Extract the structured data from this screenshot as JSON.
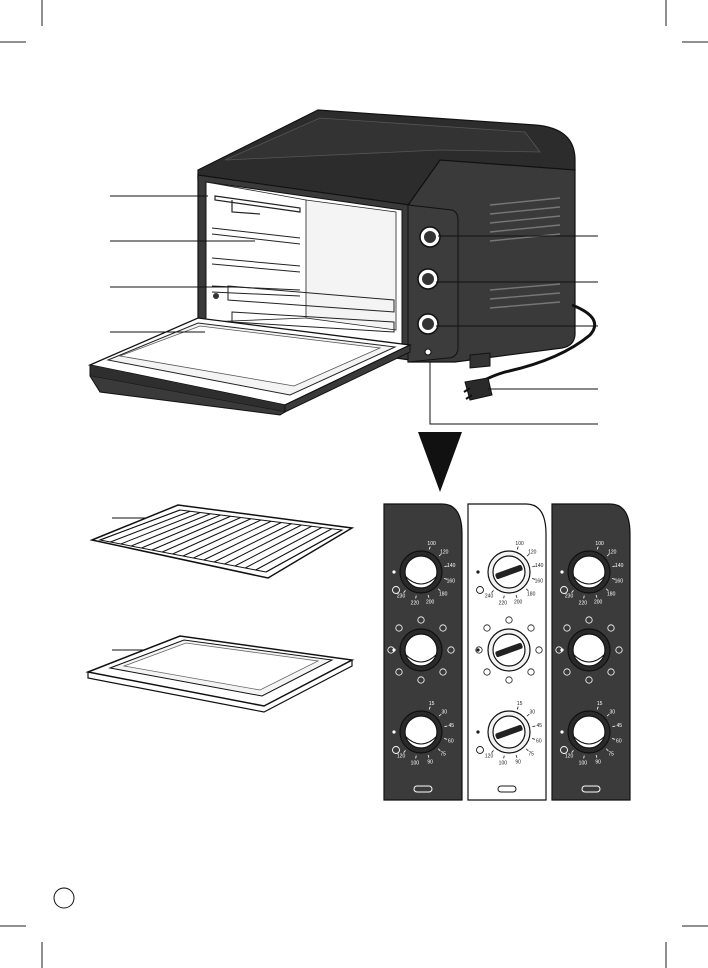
{
  "colors": {
    "ink": "#1a1a1a",
    "oven_body": "#3a3a3a",
    "oven_top": "#2e2e2e",
    "panel_dark": "#3b3b3b",
    "panel_light": "#ffffff",
    "knob_face": "#ffffff"
  },
  "panel_dark_1": {
    "temp_ticks": [
      "100",
      "120",
      "140",
      "160",
      "180",
      "200",
      "220",
      "230"
    ],
    "timer_ticks": [
      "15",
      "30",
      "45",
      "60",
      "75",
      "90",
      "100",
      "120"
    ]
  },
  "panel_light": {
    "temp_ticks": [
      "100",
      "120",
      "140",
      "160",
      "180",
      "200",
      "220",
      "240"
    ],
    "timer_ticks": [
      "15",
      "30",
      "45",
      "60",
      "75",
      "90",
      "100",
      "120"
    ]
  },
  "panel_dark_2": {
    "temp_ticks": [
      "100",
      "120",
      "140",
      "160",
      "180",
      "200",
      "220",
      "230"
    ],
    "timer_ticks": [
      "15",
      "30",
      "45",
      "60",
      "75",
      "90",
      "100",
      "120"
    ]
  },
  "icons": {
    "thermometer": "thermometer-icon",
    "timer": "timer-icon",
    "heating_modes": "heating-element-icon",
    "arrow": "down-arrow-icon",
    "plug": "power-plug-icon"
  }
}
